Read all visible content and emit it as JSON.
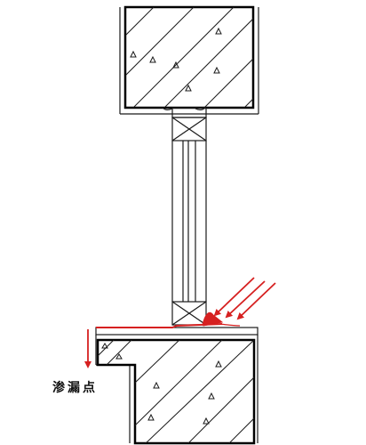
{
  "annotation": {
    "leak_point_label": "渗漏点"
  },
  "colors": {
    "line": "#1a1a1a",
    "wall_border": "#000000",
    "water_path": "#d62020",
    "background": "#ffffff"
  },
  "icons": {
    "arrow": "red-arrow",
    "hatch": "concrete-hatch"
  }
}
